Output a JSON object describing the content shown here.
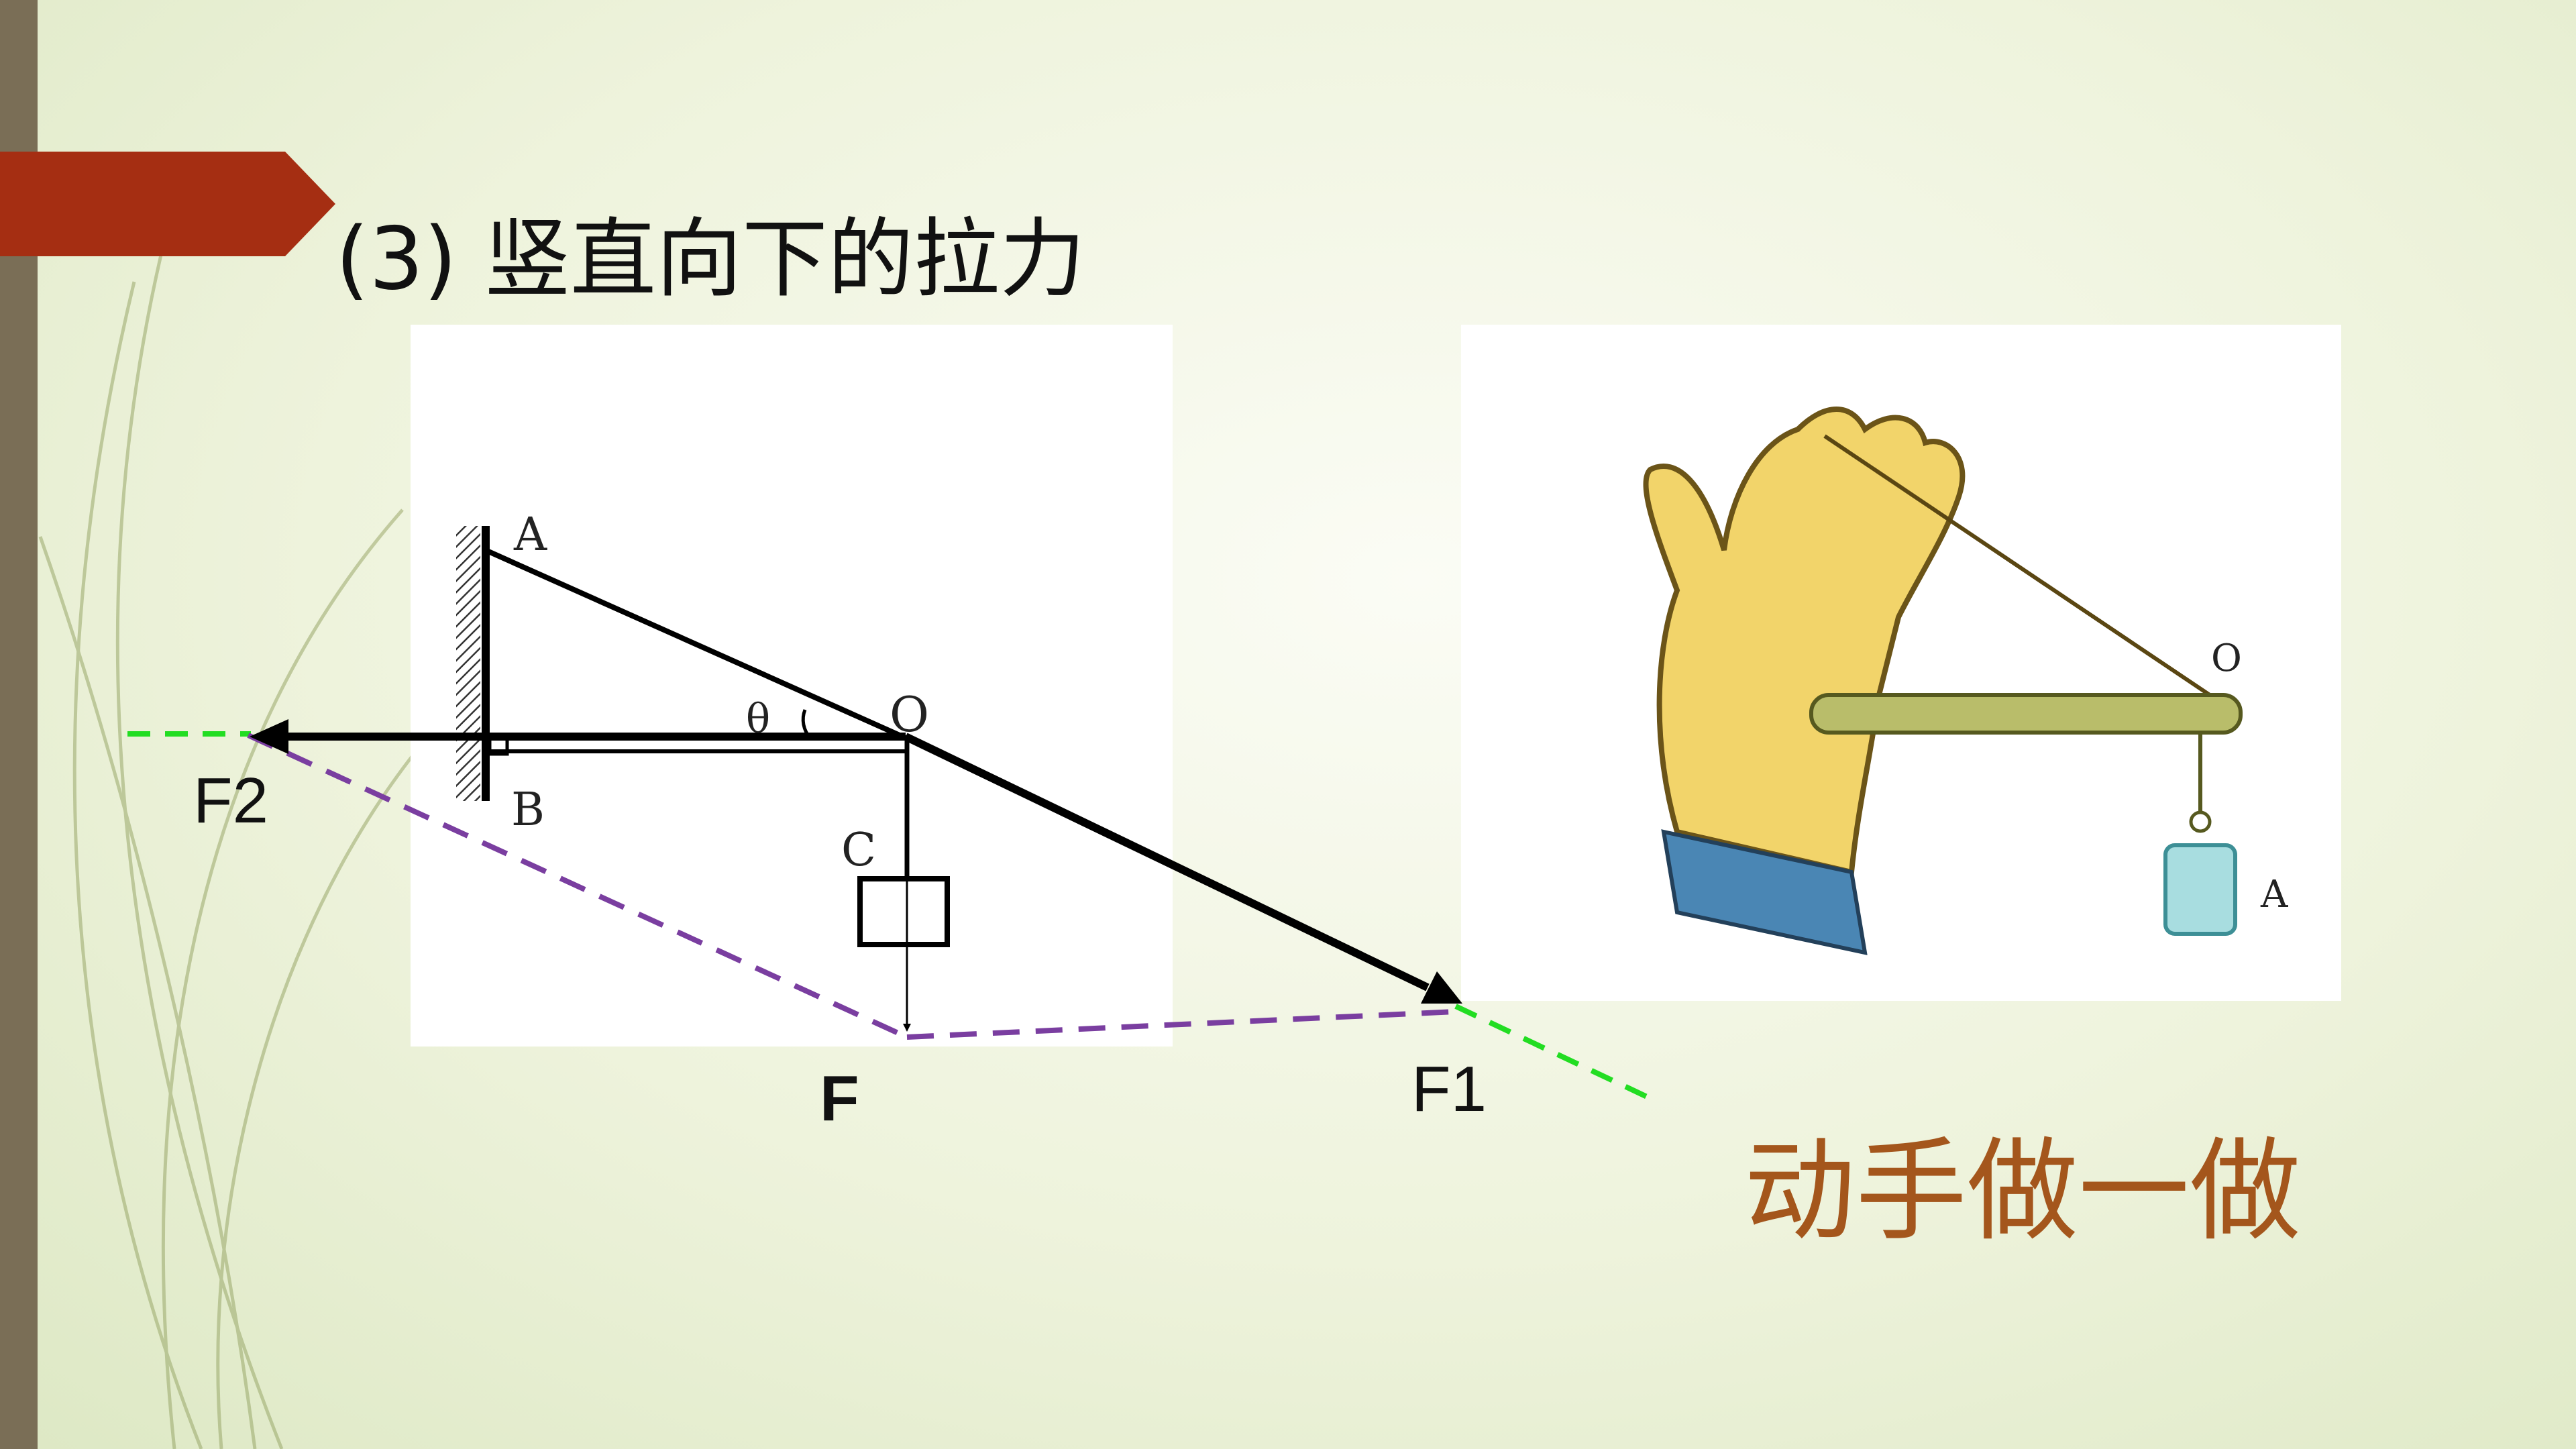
{
  "slide": {
    "title": "(3) 竖直向下的拉力",
    "action_text": "动手做一做",
    "colors": {
      "accent": "#a52e12",
      "left_bar": "#7a6e56",
      "action_text": "#a4561c",
      "dashed_green": "#22dd22",
      "dashed_purple": "#7a3ea0"
    }
  },
  "diagram": {
    "point_labels": {
      "A": "A",
      "B": "B",
      "O": "O",
      "C": "C",
      "theta": "θ"
    },
    "force_labels": {
      "F": "F",
      "F1": "F1",
      "F2": "F2"
    }
  },
  "photo": {
    "labels": {
      "pivot": "O",
      "weight": "A"
    },
    "icon": "hand-holding-rod-icon"
  }
}
